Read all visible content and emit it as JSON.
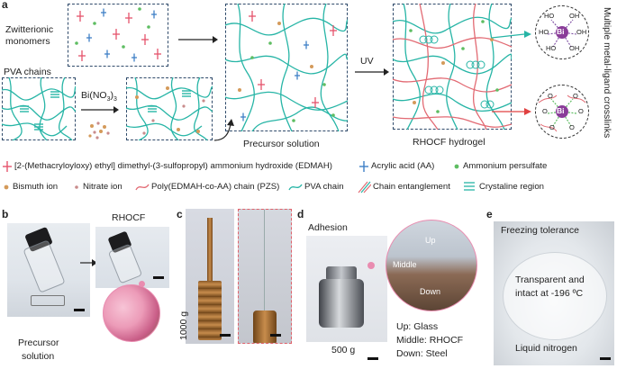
{
  "panel_a": {
    "letter": "a",
    "zwitterionic_label_1": "Zwitterionic",
    "zwitterionic_label_2": "monomers",
    "pva_label": "PVA chains",
    "salt_label": "Bi(NO",
    "salt_sub": "3",
    "salt_close": ")",
    "salt_sub2": "3",
    "precursor_label": "Precursor solution",
    "uv_label": "UV",
    "rhocf_label": "RHOCF hydrogel",
    "side_label": "Multiple metal-ligand crosslinks",
    "bi_label": "Bi",
    "ho_labels": [
      "HO",
      "OH",
      "HO",
      "OH",
      "HO",
      "OH"
    ],
    "o_minus_labels": [
      "O",
      "O",
      "O",
      "O",
      "O",
      "O"
    ],
    "legend": [
      "[2-(Methacryloyloxy) ethyl] dimethyl-(3-sulfopropyl) ammonium hydroxide (EDMAH)",
      "Acrylic acid (AA)",
      "Ammonium persulfate",
      "Bismuth ion",
      "Nitrate ion",
      "Poly(EDMAH-co-AA) chain (PZS)",
      "PVA chain",
      "Chain entanglement",
      "Crystaline region"
    ]
  },
  "panel_b": {
    "letter": "b",
    "rhocf_label": "RHOCF",
    "precursor_label_1": "Precursor",
    "precursor_label_2": "solution"
  },
  "panel_c": {
    "letter": "c",
    "weight_label": "1000 g"
  },
  "panel_d": {
    "letter": "d",
    "adhesion_label": "Adhesion",
    "weight_label": "500 g",
    "up_label": "Up",
    "middle_label": "Middle",
    "down_label": "Down",
    "key_up": "Up: Glass",
    "key_middle": "Middle: RHOCF",
    "key_down": "Down: Steel"
  },
  "panel_e": {
    "letter": "e",
    "title": "Freezing tolerance",
    "desc_1": "Transparent and",
    "desc_2": "intact at -196 ºC",
    "bottom": "Liquid nitrogen"
  },
  "colors": {
    "edmah": "#e5536b",
    "aa": "#3f7fc6",
    "aps": "#5ebd62",
    "bismuth": "#d49a5a",
    "nitrate": "#c98b8b",
    "pzs": "#e26a73",
    "pva": "#27b5a6",
    "box_border": "#2f4a6a"
  }
}
